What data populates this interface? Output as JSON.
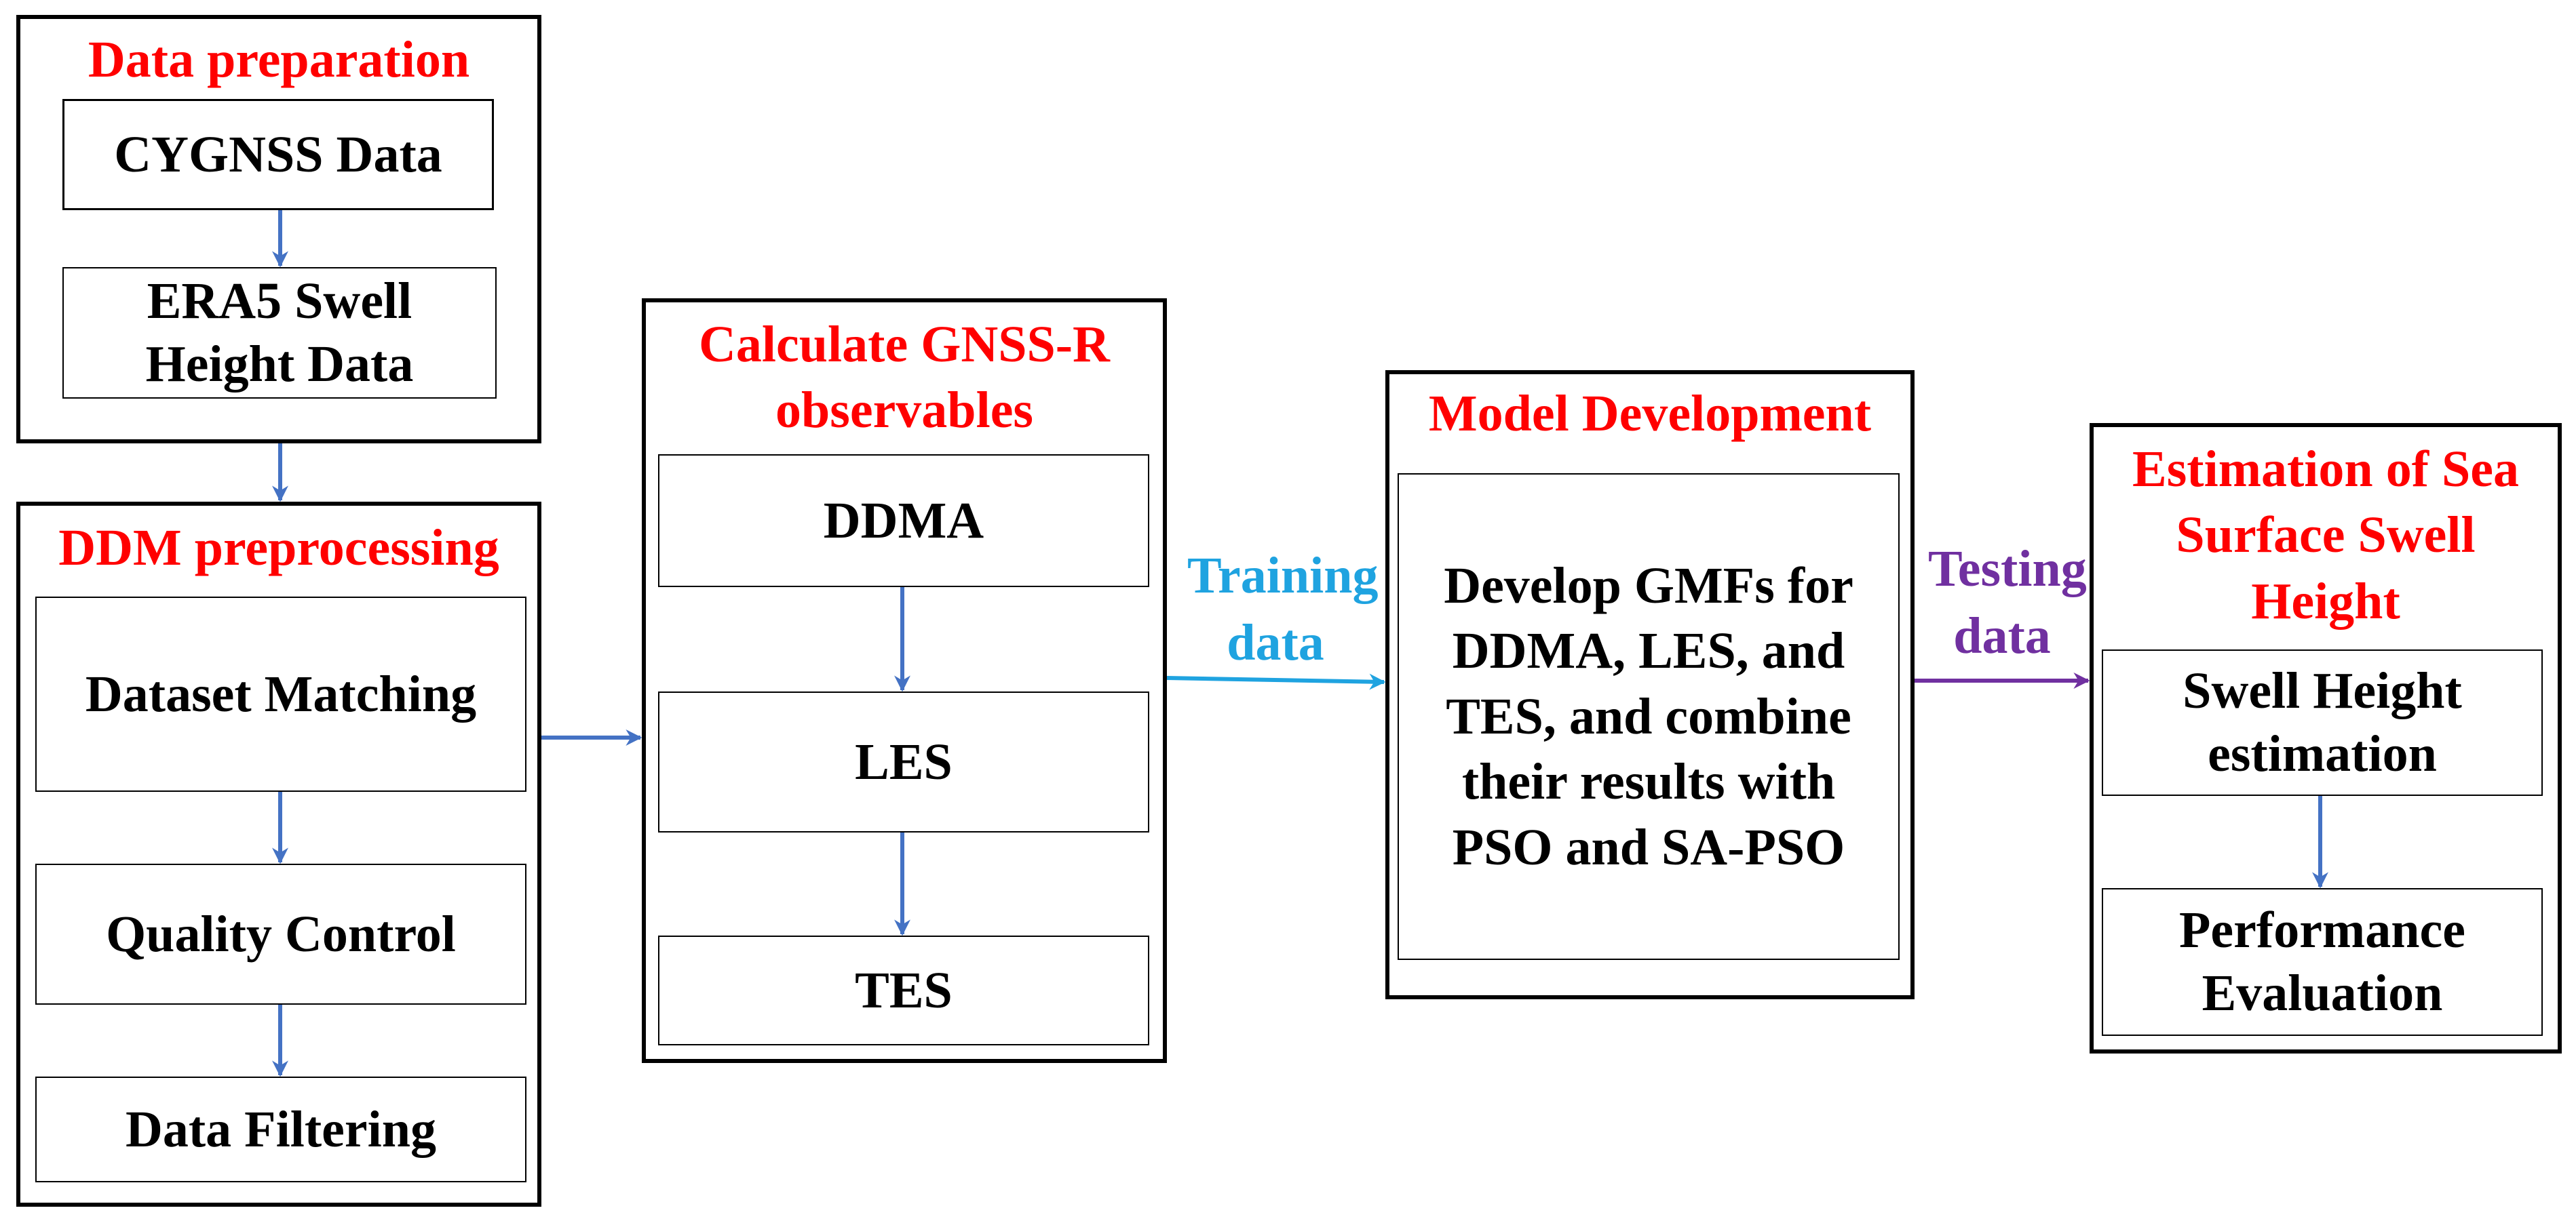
{
  "colors": {
    "title": "#ff0000",
    "flow_arrow": "#4472c4",
    "training": "#1fa3e0",
    "testing": "#7030a0",
    "box_border": "#000000"
  },
  "stages": {
    "data_preparation": {
      "title": "Data preparation",
      "steps": [
        "CYGNSS Data",
        "ERA5 Swell Height Data"
      ]
    },
    "ddm_preprocessing": {
      "title": "DDM preprocessing",
      "steps": [
        "Dataset Matching",
        "Quality Control",
        "Data Filtering"
      ]
    },
    "gnss_observables": {
      "title": "Calculate GNSS-R observables",
      "steps": [
        "DDMA",
        "LES",
        "TES"
      ]
    },
    "model_development": {
      "title": "Model Development",
      "description": "Develop GMFs for DDMA, LES, and TES, and combine their results with PSO and SA-PSO"
    },
    "estimation": {
      "title": "Estimation of Sea Surface Swell Height",
      "steps": [
        "Swell Height estimation",
        "Performance Evaluation"
      ]
    }
  },
  "edges": {
    "training": "Training data",
    "testing": "Testing data"
  }
}
